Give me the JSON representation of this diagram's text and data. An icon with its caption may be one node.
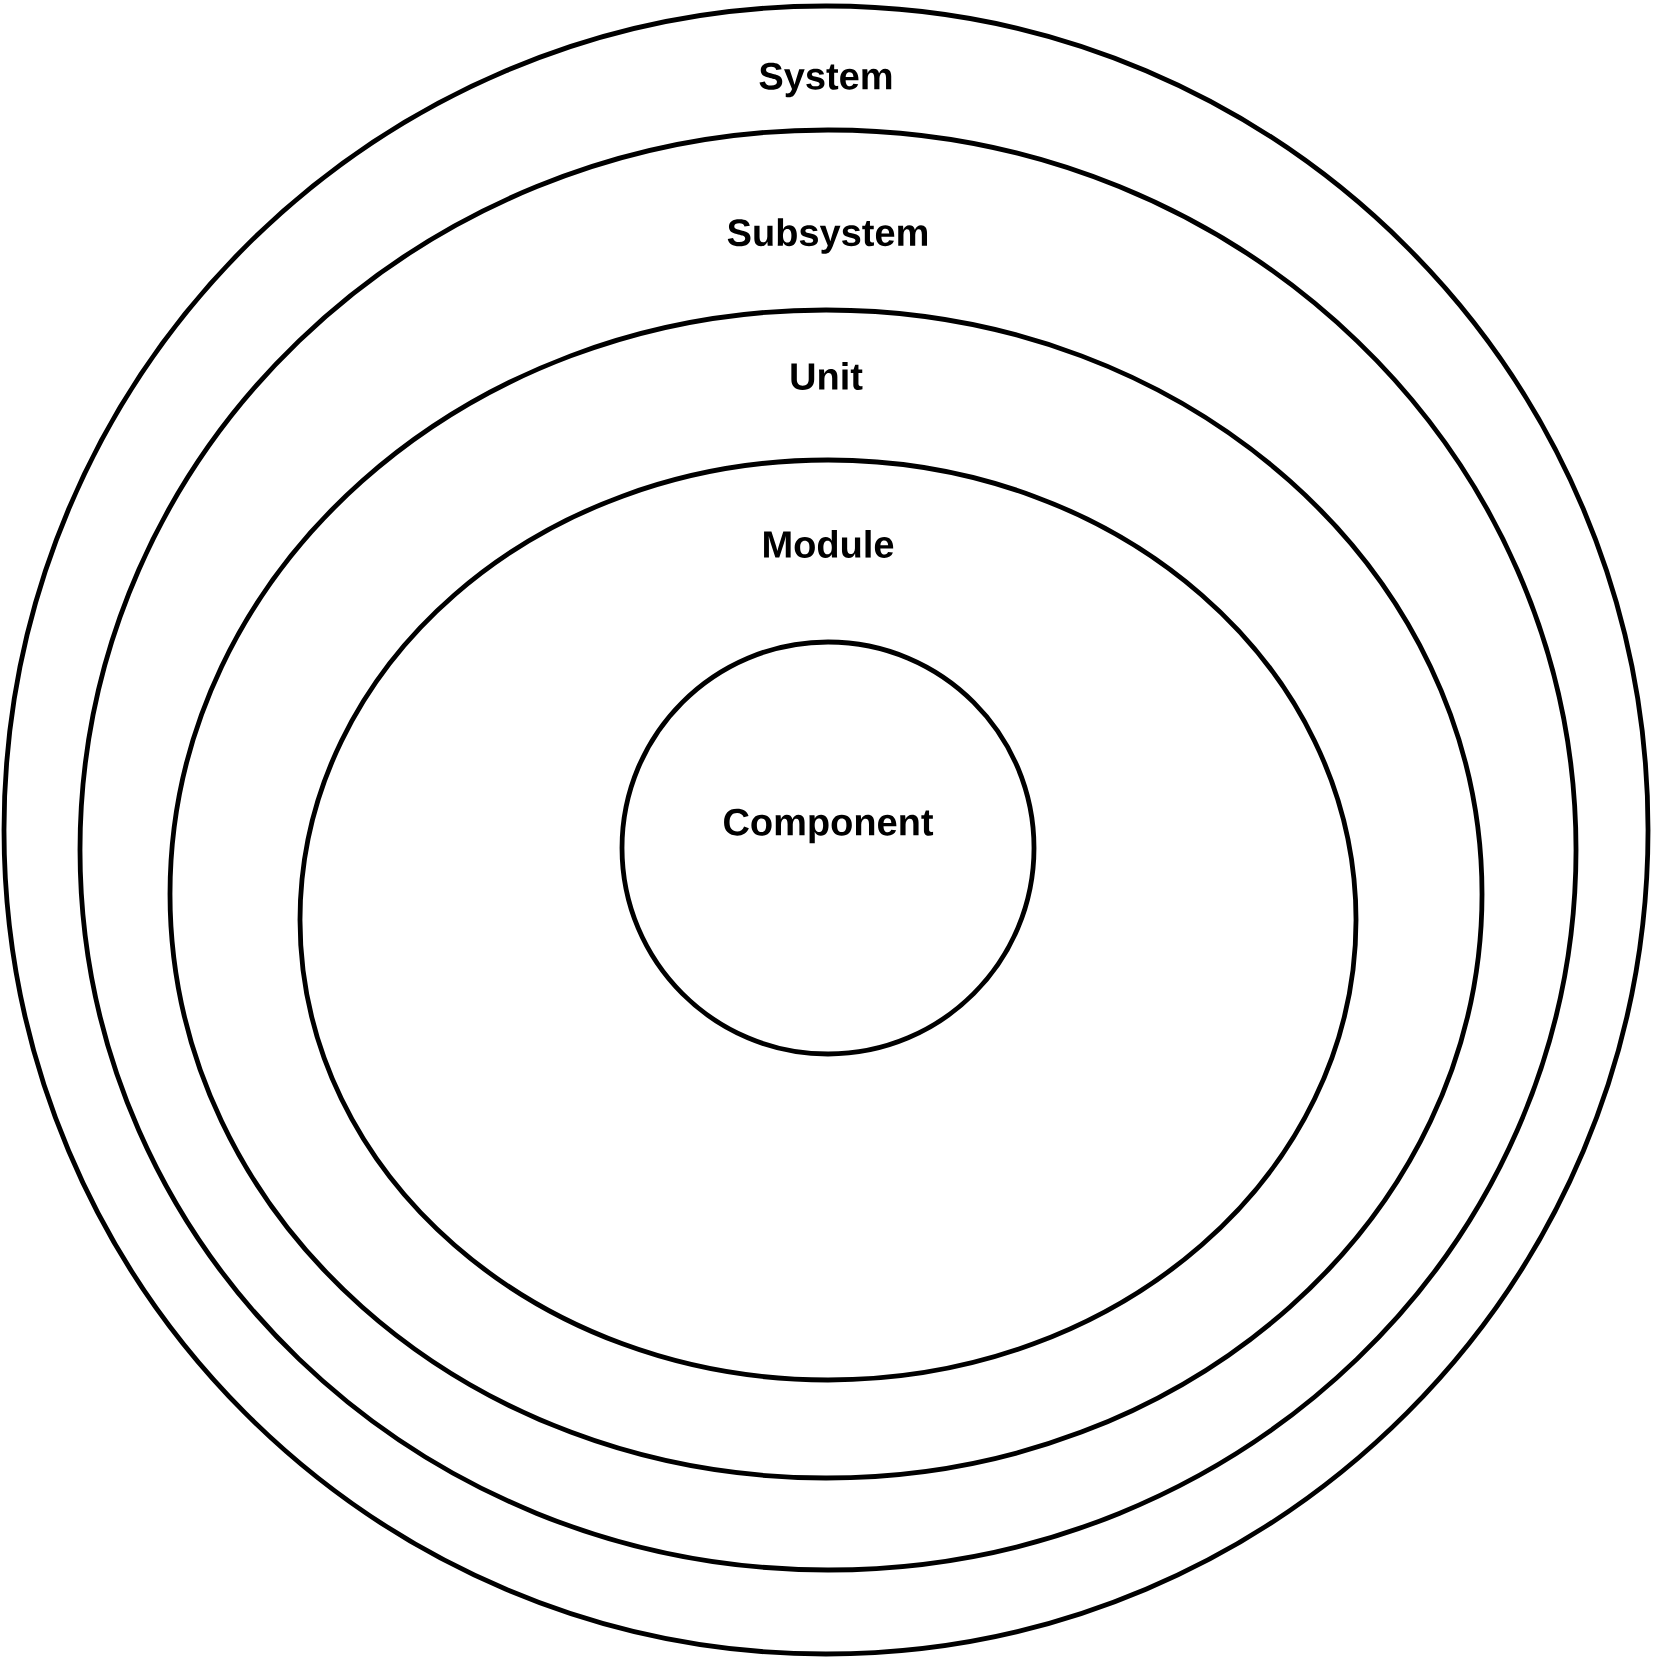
{
  "diagram": {
    "nodes": [
      {
        "text": [
          "System"
        ]
      },
      {
        "text": [
          "Subsystem"
        ],
        "in": 0
      },
      {
        "text": [
          "Unit"
        ],
        "in": 1
      },
      {
        "text": [
          "Module"
        ],
        "in": 2
      },
      {
        "text": [
          "Component"
        ],
        "in": 3
      }
    ]
  }
}
